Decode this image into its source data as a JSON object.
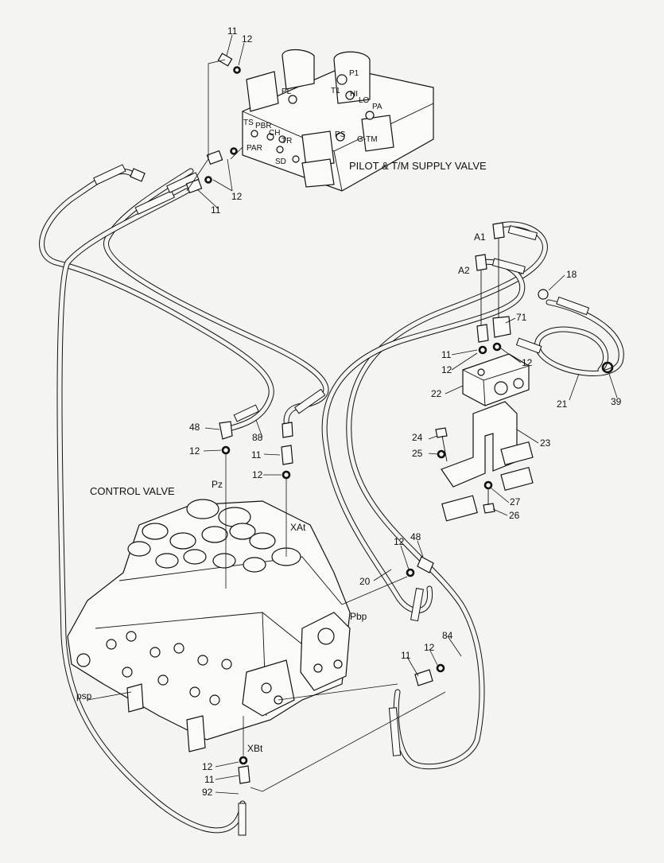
{
  "titles": {
    "supply_valve": "PILOT & T/M SUPPLY VALVE",
    "control_valve": "CONTROL VALVE"
  },
  "supply_valve_ports": [
    "PL",
    "P1",
    "T1",
    "HI",
    "LO",
    "PA",
    "TS",
    "PBR",
    "CH",
    "TR",
    "PAR",
    "SD",
    "PS",
    "G-TM"
  ],
  "control_valve_ports": [
    "Pz",
    "XAt",
    "Pbp",
    "psp",
    "XBt"
  ],
  "block_ports": [
    "A1",
    "A2"
  ],
  "callouts": [
    "11",
    "12",
    "12",
    "11",
    "48",
    "12",
    "88",
    "11",
    "12",
    "18",
    "71",
    "11",
    "12",
    "12",
    "22",
    "21",
    "39",
    "24",
    "25",
    "23",
    "27",
    "26",
    "12",
    "48",
    "20",
    "84",
    "11",
    "12",
    "12",
    "11",
    "92"
  ]
}
